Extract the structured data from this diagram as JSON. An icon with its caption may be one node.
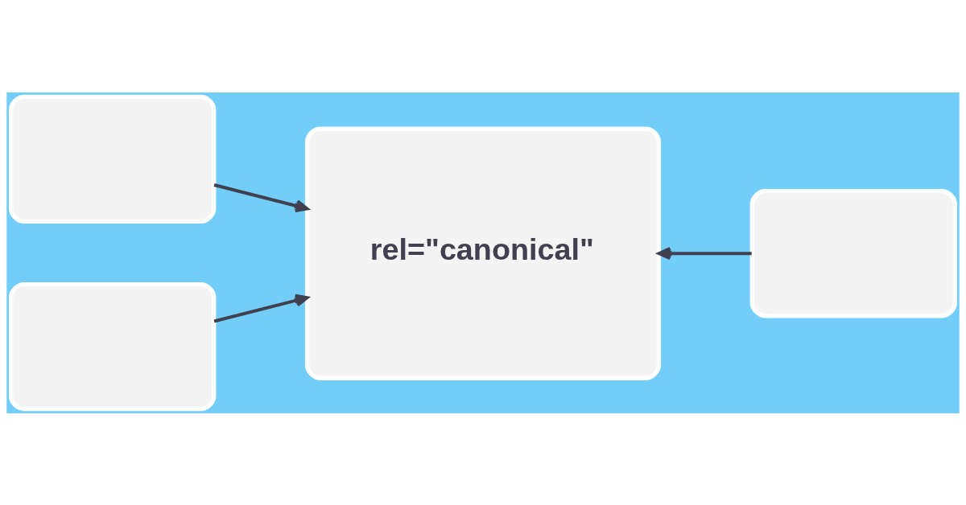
{
  "diagram": {
    "nodes": [
      {
        "text": [],
        "shape": "box"
      },
      {
        "text": [],
        "shape": "box"
      },
      {
        "text": [
          "rel=\"canonical\""
        ]
      },
      {
        "text": [],
        "shape": "box"
      }
    ],
    "edges": [
      {
        "from": 0,
        "to": 2,
        "arrow": "to"
      },
      {
        "from": 1,
        "to": 2,
        "arrow": "to"
      },
      {
        "from": 3,
        "to": 2,
        "arrow": "to"
      }
    ]
  }
}
